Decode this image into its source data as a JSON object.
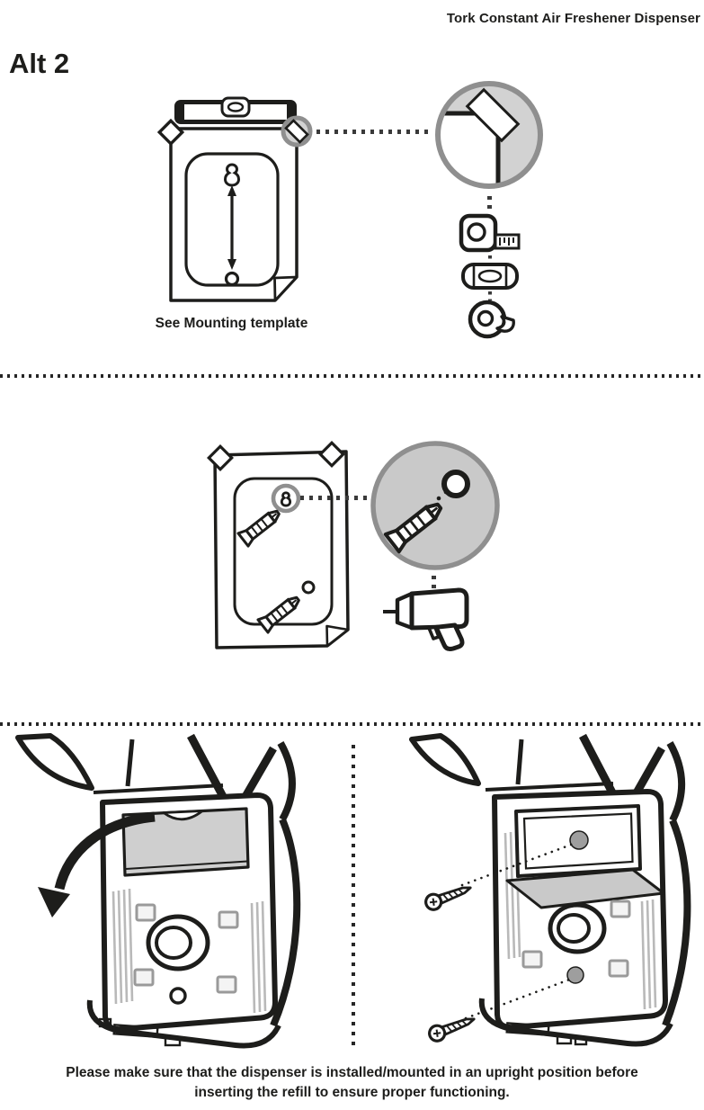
{
  "header": {
    "product_title": "Tork Constant Air Freshener Dispenser",
    "variant_label": "Alt 2"
  },
  "step_template": {
    "caption": "See Mounting template",
    "detail_view": "taped-corner-magnified",
    "tool_icons": [
      "tape-measure",
      "adhesive-plaster",
      "adhesive-tape-roll"
    ]
  },
  "step_drilling": {
    "detail_view": "wall-plug-into-drilled-hole-magnified",
    "tool_icons": [
      "power-drill"
    ]
  },
  "step_mounting": {
    "left_panel": "remove-back-cover-plate",
    "right_panel": "fasten-with-screws"
  },
  "footer": {
    "note": "Please make sure that the dispenser is installed/mounted in an upright position before inserting the refill to ensure proper functioning."
  },
  "colors": {
    "ink": "#1d1d1b",
    "magnifier_fill_light": "#d2d2d2",
    "magnifier_fill_dark": "#c9c9c9",
    "magnifier_ring": "#8f8f8f",
    "panel_gray": "#cfcfcf",
    "hole_gray": "#9e9e9e",
    "vent_gray": "#b9b9b9"
  }
}
